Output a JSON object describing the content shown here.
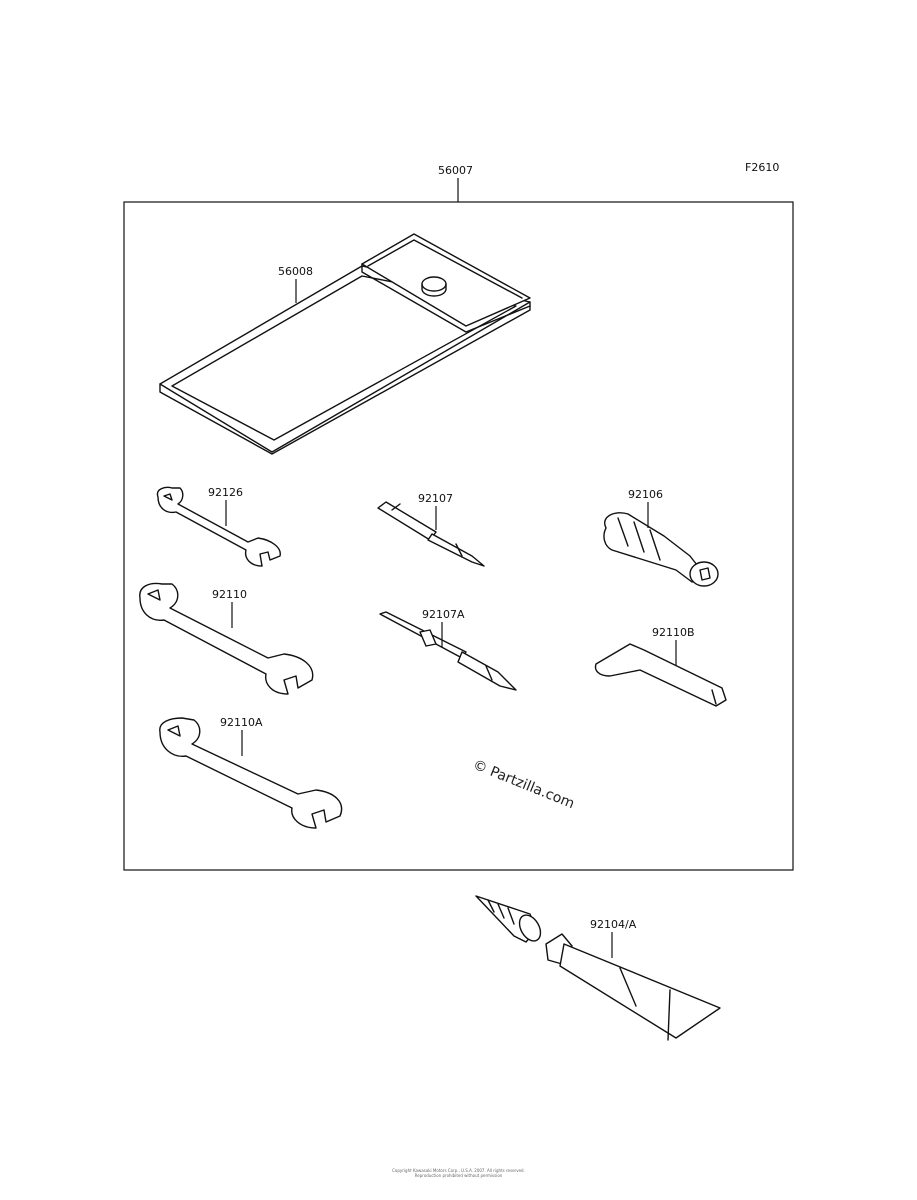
{
  "figure_code": "F2610",
  "kit_label": "56007",
  "parts": [
    {
      "id": "pouch",
      "number": "56008"
    },
    {
      "id": "wrench-small",
      "number": "92126"
    },
    {
      "id": "screwdriver",
      "number": "92107"
    },
    {
      "id": "socket",
      "number": "92106"
    },
    {
      "id": "wrench-medium",
      "number": "92110"
    },
    {
      "id": "screwdriver-long",
      "number": "92107A"
    },
    {
      "id": "hex-key",
      "number": "92110B"
    },
    {
      "id": "wrench-large",
      "number": "92110A"
    },
    {
      "id": "grease-tube",
      "number": "92104/A"
    }
  ],
  "watermark": "© Partzilla.com",
  "footer": {
    "line1": "Copyright Kawasaki Motors Corp., U.S.A. 2007. All rights reserved.",
    "line2": "Reproduction prohibited without permission"
  }
}
